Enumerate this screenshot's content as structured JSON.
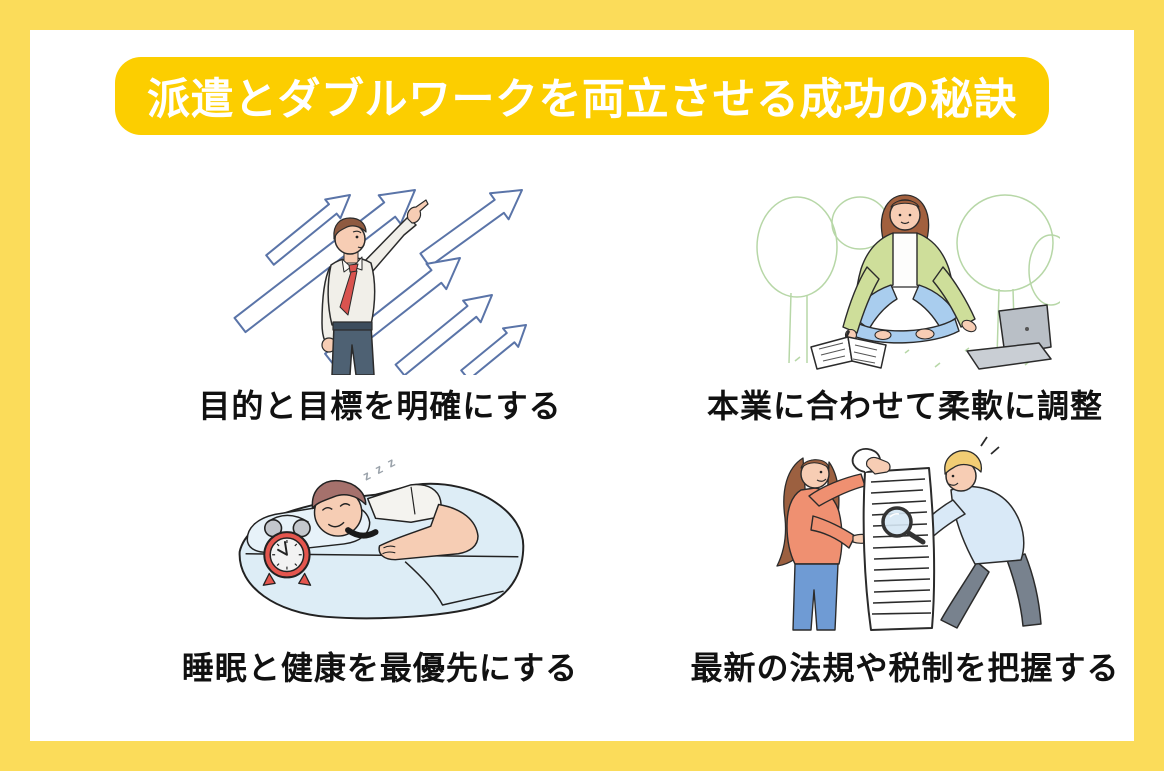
{
  "header": {
    "title": "派遣とダブルワークを両立させる成功の秘訣"
  },
  "sections": [
    {
      "position": "top-left",
      "caption": "目的と目標を明確にする",
      "illustration": "man-pointing-growth-arrows"
    },
    {
      "position": "top-right",
      "caption": "本業に合わせて柔軟に調整",
      "illustration": "woman-writing-outdoors-with-laptop"
    },
    {
      "position": "bottom-left",
      "caption": "睡眠と健康を最優先にする",
      "overlay_text": "z z z",
      "illustration": "man-sleeping-with-alarm-clock"
    },
    {
      "position": "bottom-right",
      "caption": "最新の法規や税制を把握する",
      "illustration": "two-people-examining-long-document-with-magnifier"
    }
  ],
  "colors": {
    "frame_yellow": "#FBDC5A",
    "banner_gold": "#FCCE00",
    "title_text": "#FFFFFF",
    "caption_text": "#111111",
    "arrow_outline_blue": "#5A74A8",
    "tree_green": "#B7D7A7",
    "jacket_green": "#CEDE9A",
    "bed_blue": "#DDEDF6",
    "clock_red": "#E4564E",
    "sweater_coral": "#EF9071",
    "shirt_light_blue": "#D9E9F7"
  }
}
